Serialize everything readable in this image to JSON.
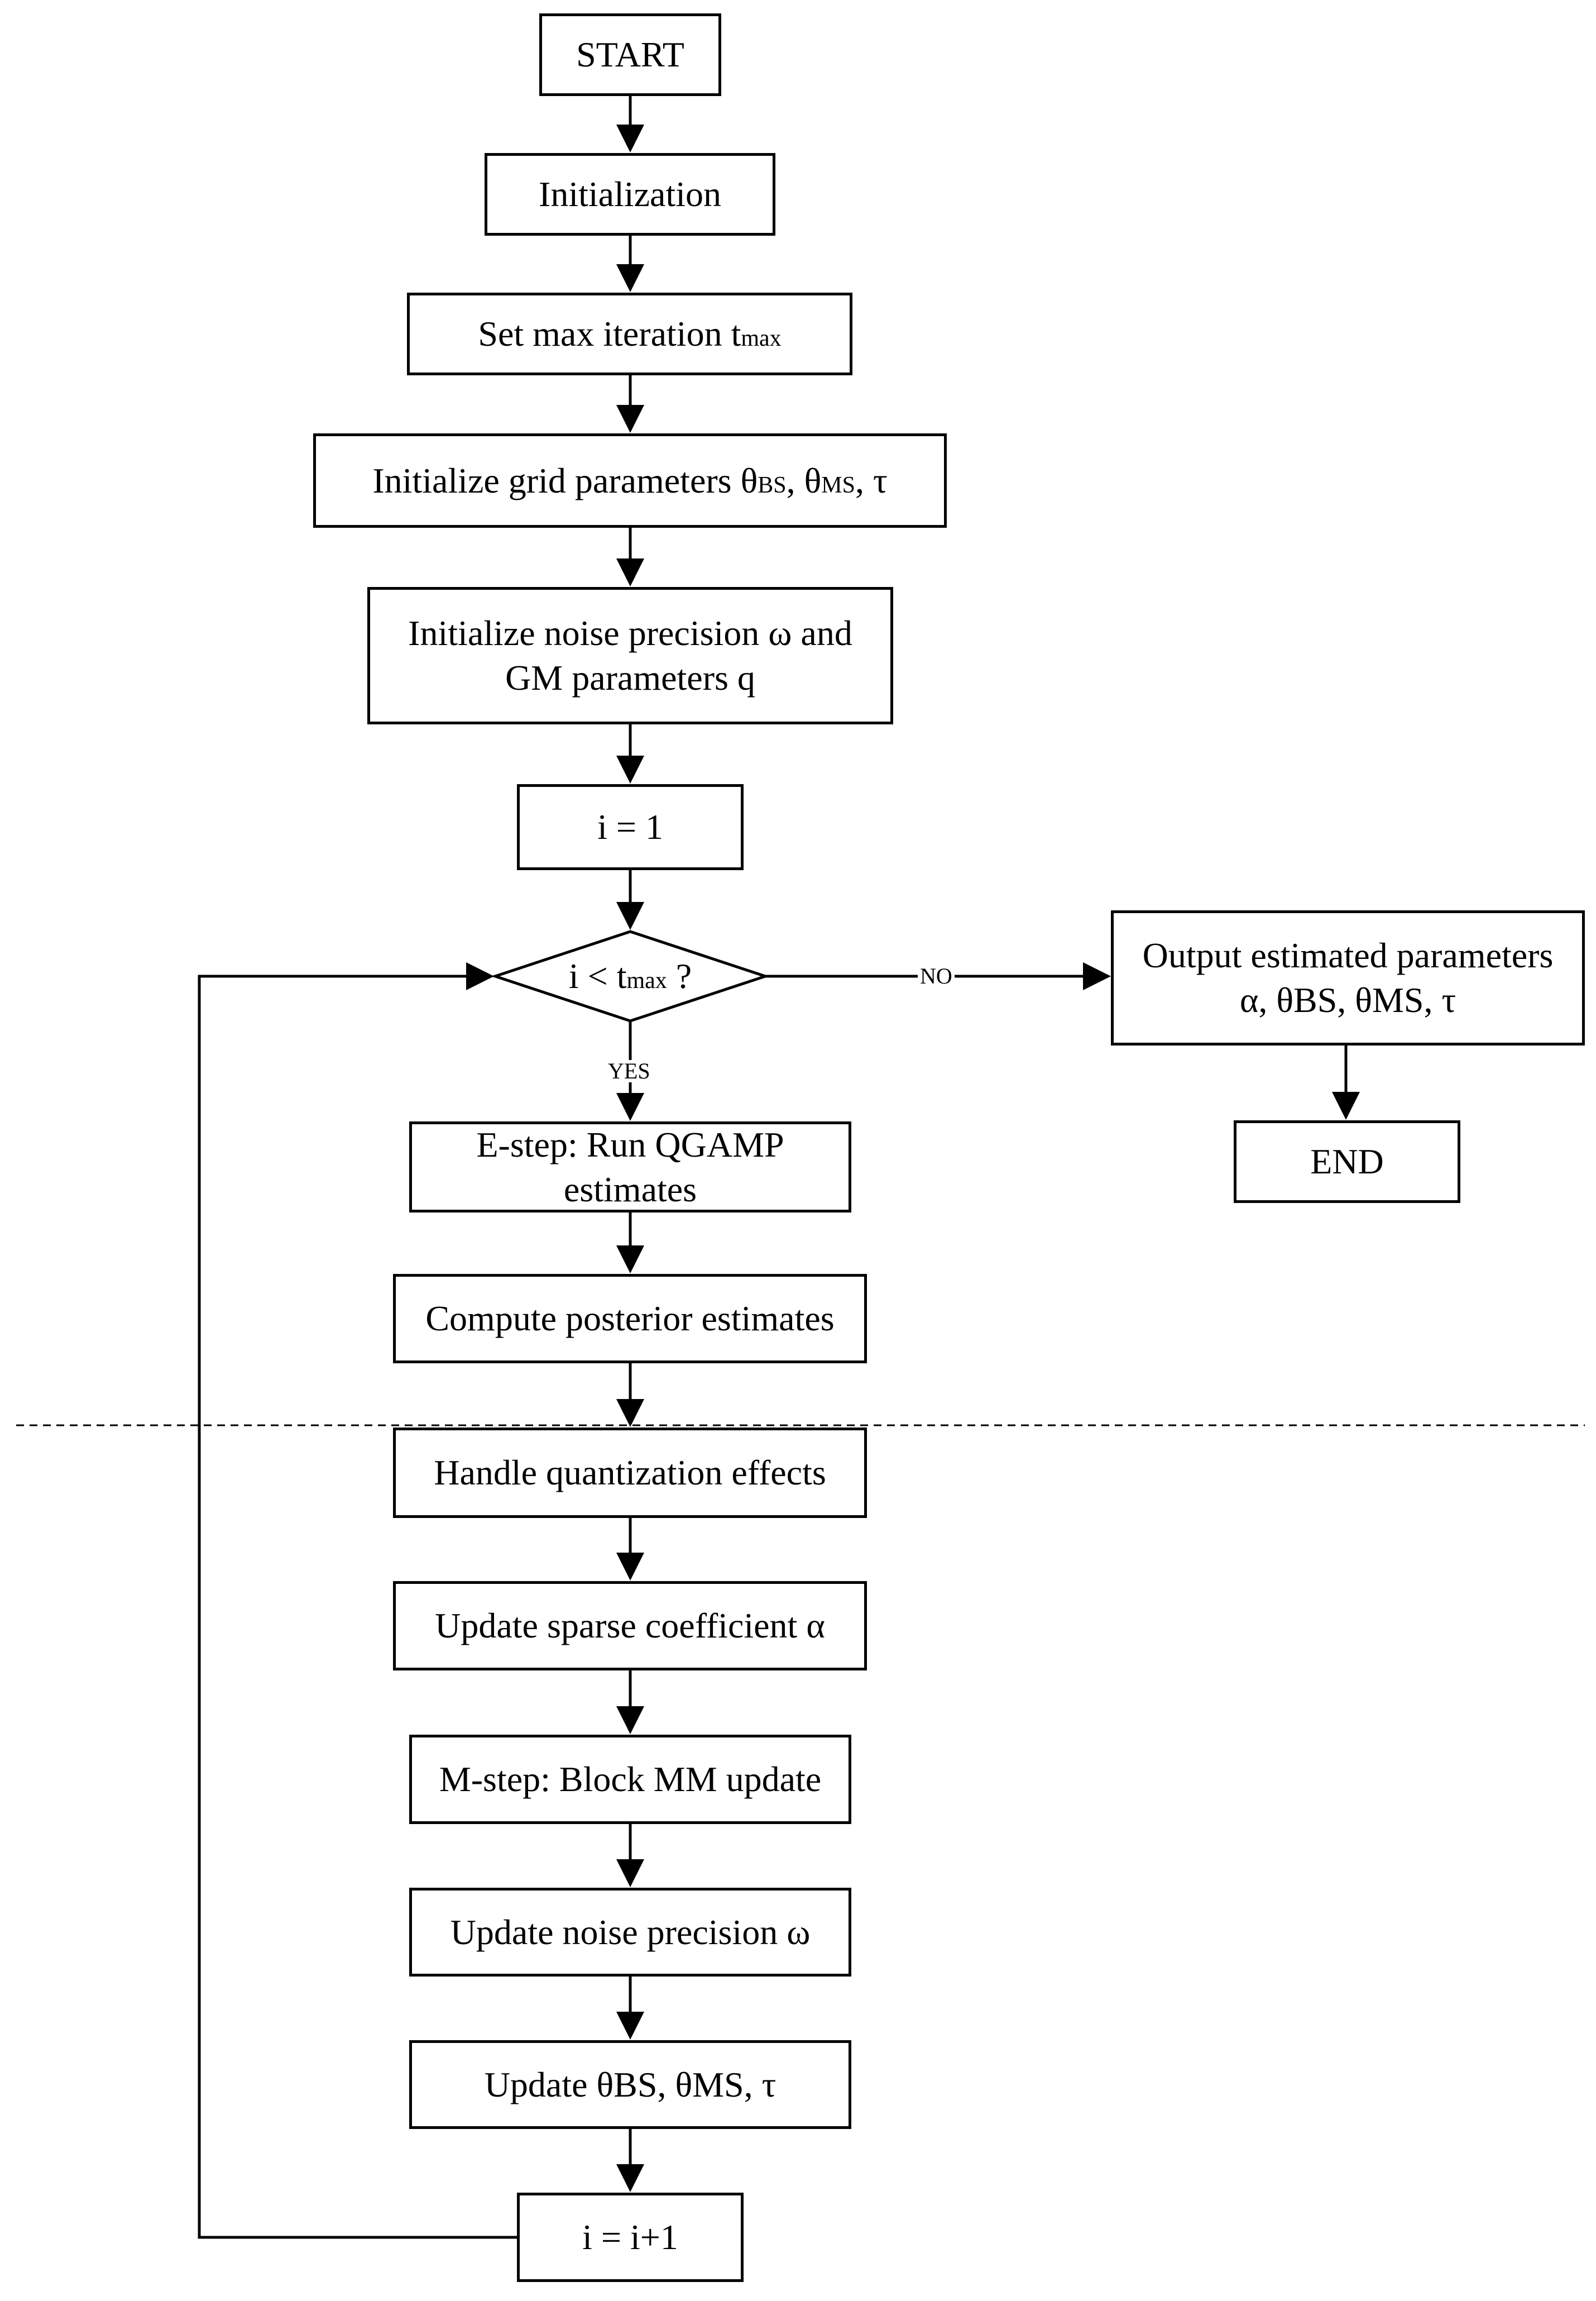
{
  "nodes": {
    "start": "START",
    "init": "Initialization",
    "set_max": "Set max iteration t",
    "set_max_sub": "max",
    "init_grid": "Initialize grid parameters θ",
    "init_grid_sub1": "BS",
    "init_grid_mid": ", θ",
    "init_grid_sub2": "MS",
    "init_grid_end": ", τ",
    "init_noise_line1": "Initialize noise precision ω and",
    "init_noise_line2": "GM parameters q",
    "i_eq_1": "i = 1",
    "decision": "i < t",
    "decision_sub": "max",
    "decision_end": " ?",
    "output_line1": "Output estimated parameters",
    "output_line2": "α, θBS, θMS, τ",
    "end": "END",
    "estep_line1": "E-step: Run QGAMP",
    "estep_line2": "estimates",
    "posterior": "Compute posterior estimates",
    "quant": "Handle quantization effects",
    "sparse": "Update sparse coefficient α",
    "mstep": "M-step: Block MM update",
    "noise": "Update noise precision ω",
    "update_theta": "Update θBS, θMS, τ",
    "increment": "i = i+1"
  },
  "labels": {
    "no": "NO",
    "yes": "YES"
  }
}
